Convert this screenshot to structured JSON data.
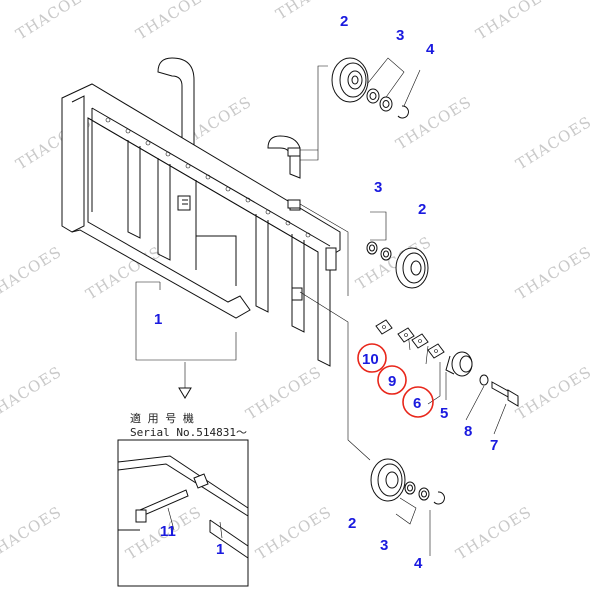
{
  "watermark": {
    "text": "THACOES"
  },
  "serial_note": {
    "line1": "適 用 号 機",
    "line2": "Serial No.514831〜"
  },
  "callouts": [
    {
      "id": "c2a",
      "label": "2",
      "circled": false
    },
    {
      "id": "c3a",
      "label": "3",
      "circled": false
    },
    {
      "id": "c4a",
      "label": "4",
      "circled": false
    },
    {
      "id": "c3b",
      "label": "3",
      "circled": false
    },
    {
      "id": "c2b",
      "label": "2",
      "circled": false
    },
    {
      "id": "c1a",
      "label": "1",
      "circled": false
    },
    {
      "id": "c10",
      "label": "10",
      "circled": true
    },
    {
      "id": "c9",
      "label": "9",
      "circled": true
    },
    {
      "id": "c6",
      "label": "6",
      "circled": true
    },
    {
      "id": "c5",
      "label": "5",
      "circled": false
    },
    {
      "id": "c8",
      "label": "8",
      "circled": false
    },
    {
      "id": "c7",
      "label": "7",
      "circled": false
    },
    {
      "id": "c11",
      "label": "11",
      "circled": false
    },
    {
      "id": "c1b",
      "label": "1",
      "circled": false
    },
    {
      "id": "c2c",
      "label": "2",
      "circled": false
    },
    {
      "id": "c3c",
      "label": "3",
      "circled": false
    },
    {
      "id": "c4b",
      "label": "4",
      "circled": false
    }
  ],
  "colors": {
    "callout": "#1a1adf",
    "highlight": "#e8261a",
    "line": "#111111",
    "watermark": "#c9c9c9"
  }
}
